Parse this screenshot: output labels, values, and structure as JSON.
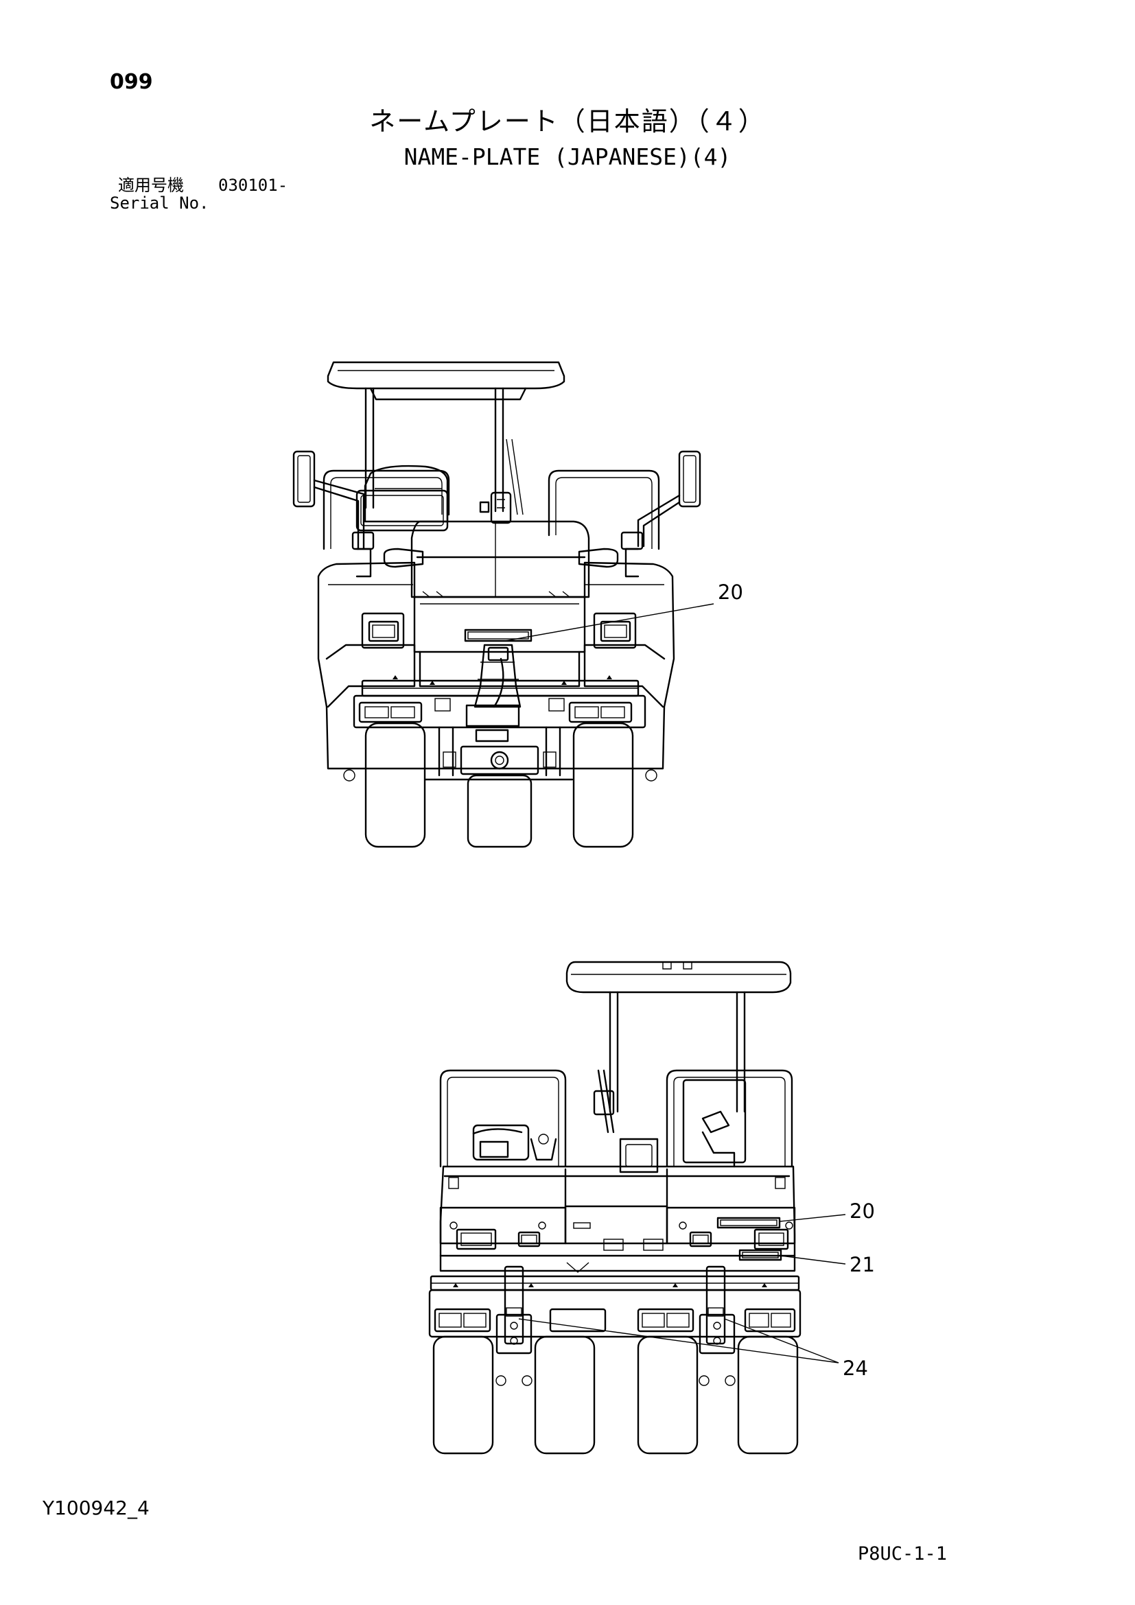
{
  "page_number": "099",
  "title": {
    "japanese": "ネームプレート（日本語）（４）",
    "english": "NAME-PLATE (JAPANESE)(4)"
  },
  "serial": {
    "label_jp": "適用号機",
    "value": "030101-",
    "label_en": "Serial No."
  },
  "figures": {
    "front_view": {
      "callouts": [
        "20"
      ]
    },
    "rear_view": {
      "callouts": [
        "20",
        "21",
        "24"
      ]
    }
  },
  "footer": {
    "document_code": "Y100942_4",
    "sheet_code": "P8UC-1-1"
  }
}
